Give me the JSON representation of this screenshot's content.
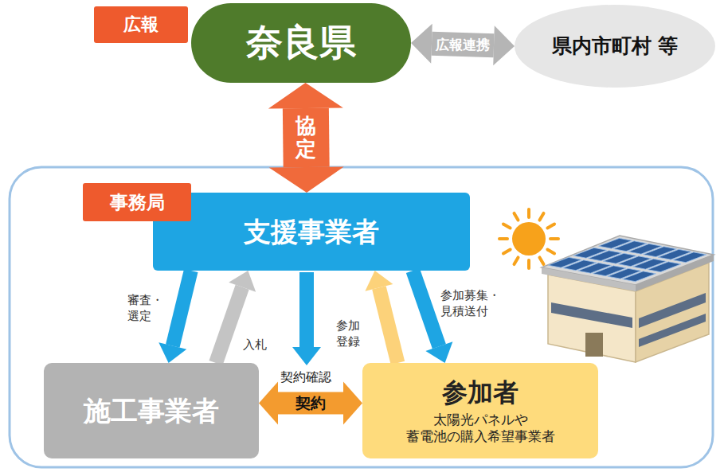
{
  "diagram": {
    "nodes": [
      {
        "text": [
          "広報"
        ]
      },
      {
        "text": [
          "奈良県"
        ]
      },
      {
        "text": [
          "県内市町村 等"
        ]
      },
      {
        "text": [
          "事務局"
        ]
      },
      {
        "text": [
          "支援事業者"
        ]
      },
      {
        "text": [
          "施工事業者"
        ]
      },
      {
        "text": [
          "参加者",
          "太陽光パネルや 蓄電池の購入希望事業者"
        ]
      }
    ],
    "edges": [
      {
        "from": 1,
        "to": 2,
        "arrow": "both",
        "label": "広報連携"
      },
      {
        "from": 1,
        "to": 4,
        "arrow": "both",
        "label": "協定"
      },
      {
        "from": 4,
        "to": 5,
        "arrow": "to",
        "label": "審査・ 選定"
      },
      {
        "from": 5,
        "to": 4,
        "arrow": "to",
        "label": "入札"
      },
      {
        "from": 6,
        "to": 4,
        "arrow": "to",
        "label": "参加 登録"
      },
      {
        "from": 4,
        "to": 6,
        "arrow": "to",
        "label": "参加募集・ 見積送付"
      },
      {
        "from": 5,
        "to": 6,
        "arrow": "both",
        "label": "契約"
      }
    ],
    "labels": [
      "契約確認"
    ]
  }
}
